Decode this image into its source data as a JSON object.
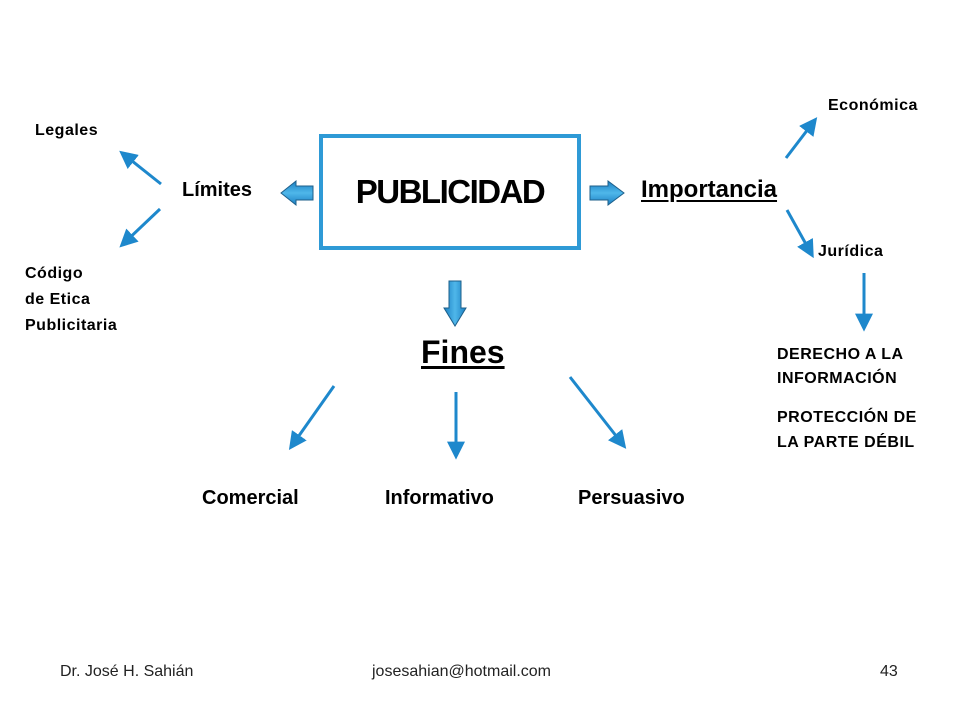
{
  "diagram": {
    "center": "PUBLICIDAD",
    "limites": {
      "label": "Límites",
      "items": [
        "Legales",
        "Código",
        "de Etica",
        "Publicitaria"
      ]
    },
    "importancia": {
      "label": "Importancia",
      "items": [
        "Económica",
        "Jurídica"
      ],
      "juridica_items": [
        "DERECHO A LA",
        "INFORMACIÓN",
        "PROTECCIÓN DE",
        "LA PARTE DÉBIL"
      ]
    },
    "fines": {
      "label": "Fines",
      "items": [
        "Comercial",
        "Informativo",
        "Persuasivo"
      ]
    },
    "colors": {
      "accent": "#2e9ad6",
      "arrow": "#1e88cc"
    }
  },
  "footer": {
    "author": "Dr. José H. Sahián",
    "email": "josesahian@hotmail.com",
    "page": "43"
  }
}
